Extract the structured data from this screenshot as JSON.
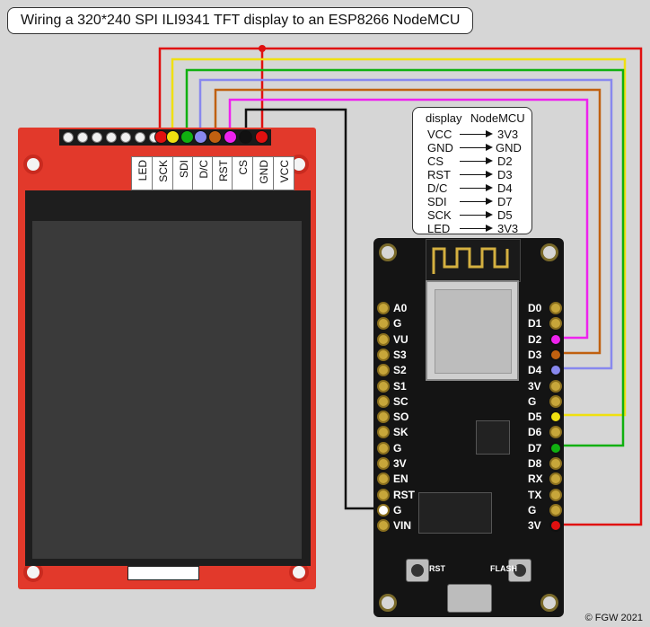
{
  "title": "Wiring a 320*240 SPI ILI9341 TFT display to an ESP8266 NodeMCU",
  "legend": {
    "header_left": "display",
    "header_right": "NodeMCU",
    "rows": [
      {
        "display": "VCC",
        "nodemcu": "3V3"
      },
      {
        "display": "GND",
        "nodemcu": "GND"
      },
      {
        "display": "CS",
        "nodemcu": "D2"
      },
      {
        "display": "RST",
        "nodemcu": "D3"
      },
      {
        "display": "D/C",
        "nodemcu": "D4"
      },
      {
        "display": "SDI",
        "nodemcu": "D7"
      },
      {
        "display": "SCK",
        "nodemcu": "D5"
      },
      {
        "display": "LED",
        "nodemcu": "3V3"
      }
    ]
  },
  "tft": {
    "pin_labels": [
      "LED",
      "SCK",
      "SDI",
      "D/C",
      "RST",
      "CS",
      "GND",
      "VCC"
    ]
  },
  "nodemcu": {
    "left_pins": [
      "A0",
      "G",
      "VU",
      "S3",
      "S2",
      "S1",
      "SC",
      "SO",
      "SK",
      "G",
      "3V",
      "EN",
      "RST",
      "G",
      "VIN"
    ],
    "right_pins": [
      "D0",
      "D1",
      "D2",
      "D3",
      "D4",
      "3V",
      "G",
      "D5",
      "D6",
      "D7",
      "D8",
      "RX",
      "TX",
      "G",
      "3V"
    ],
    "button_left": "RST",
    "button_right": "FLASH"
  },
  "wires": [
    {
      "from": "VCC",
      "to": "3V",
      "color": "#e01010"
    },
    {
      "from": "GND",
      "to": "G",
      "color": "#111111"
    },
    {
      "from": "CS",
      "to": "D2",
      "color": "#ee22ee"
    },
    {
      "from": "RST",
      "to": "D3",
      "color": "#c06010"
    },
    {
      "from": "D/C",
      "to": "D4",
      "color": "#8888ee"
    },
    {
      "from": "SDI",
      "to": "D7",
      "color": "#10b010"
    },
    {
      "from": "SCK",
      "to": "D5",
      "color": "#f0e010"
    },
    {
      "from": "LED",
      "to": "3V",
      "color": "#e01010"
    }
  ],
  "credit": "© FGW 2021"
}
